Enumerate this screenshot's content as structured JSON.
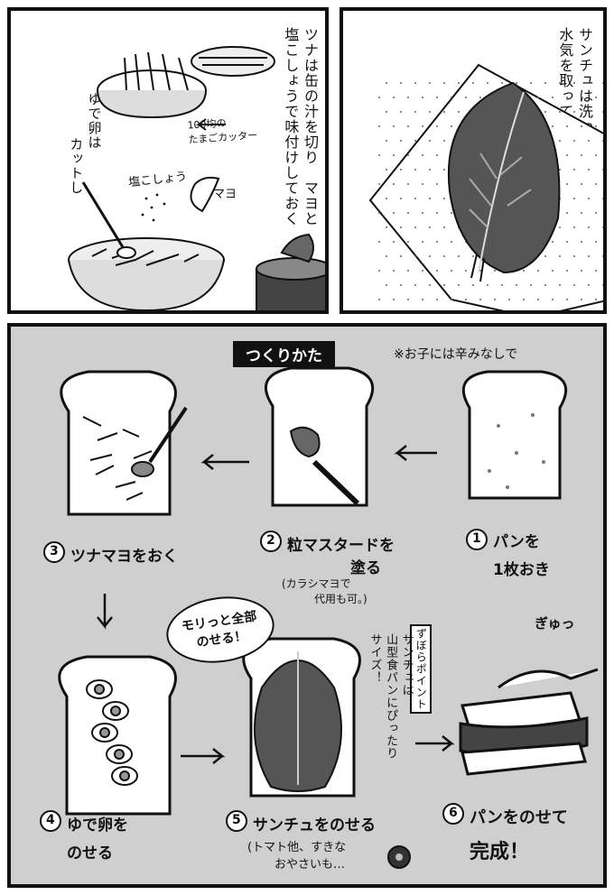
{
  "panel1": {
    "text": [
      "ツナは缶の汁を切り　マヨと",
      "塩こしょうで味付けしておく"
    ],
    "egg_note": [
      "ゆで卵は",
      "カットし"
    ],
    "cutter_label": [
      "100均の",
      "たまごカッター"
    ],
    "salt_label": "塩こしょう",
    "mayo_label": "マヨ"
  },
  "panel2": {
    "text": [
      "サンチュは洗って",
      "水気を取っておく"
    ]
  },
  "panel3": {
    "title": "つくりかた",
    "note": "※お子には辛みなしで",
    "steps": {
      "s1": [
        "パンを",
        "1枚おき"
      ],
      "s2": [
        "粒マスタードを",
        "塗る"
      ],
      "s2_note": [
        "(カラシマヨで",
        "代用も可。)"
      ],
      "s3": "ツナマヨをおく",
      "s4": [
        "ゆで卵を",
        "のせる"
      ],
      "s5": "サンチュをのせる",
      "s5_note": [
        "(トマト他、すきな",
        "おやさいも…"
      ],
      "s6": [
        "パンをのせて",
        "完成！"
      ]
    },
    "step_numbers": [
      "1",
      "2",
      "3",
      "4",
      "5",
      "6"
    ],
    "bubble": [
      "モリっと全部",
      "のせる！"
    ],
    "tip_title": "ずぼらポイント",
    "tip": [
      "サンチュは",
      "山型食パンにぴったり",
      "サイズ！"
    ],
    "squeeze": "ぎゅっ"
  }
}
